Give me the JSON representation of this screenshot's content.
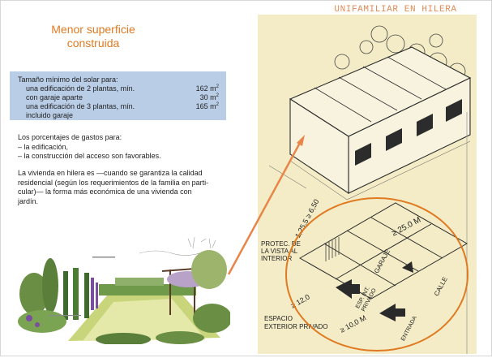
{
  "slide": {
    "header": "UNIFAMILIAR EN HILERA",
    "title_line1": "Menor superficie",
    "title_line2": "construida"
  },
  "spec_box": {
    "heading": "Tamaño mínimo del solar para:",
    "rows": [
      {
        "label": "una edificación de 2 plantas, mín.",
        "value": "162 m",
        "sup": "2"
      },
      {
        "label": "con garaje aparte",
        "value": "30 m",
        "sup": "2"
      },
      {
        "label": "una edificación de 3 plantas, mín.",
        "value": "165 m",
        "sup": "2"
      },
      {
        "label": "incluido garaje",
        "value": "",
        "sup": ""
      }
    ]
  },
  "costs": {
    "intro": "Los porcentajes de gastos para:",
    "items": [
      "– la edificación,",
      "– la construcción del acceso son favorables."
    ]
  },
  "paragraph": {
    "line1": "La vivienda en hilera es —cuando se garantiza la calidad",
    "line2": "residencial (según los requerimientos de la familia en parti-",
    "line3": "cular)— la forma más económica de una vivienda con",
    "line4": "jardín."
  },
  "plan_labels": {
    "protec_1": "PROTEC. DE",
    "protec_2": "LA VISTA AL",
    "protec_3": "INTERIOR",
    "dim_25": "≥ 25.0 M",
    "dim_55": "1,25,5 ≥ 6,50",
    "dim_12": "≥ 12,0",
    "dim_10": "≥ 10,0 M",
    "garaje": "GARAJE",
    "esp_int": "ESP. INT.",
    "privado": "PRIVADO",
    "calle": "CALLE",
    "entrada": "ENTRADA",
    "espacio": "ESPACIO",
    "exterior": "EXTERIOR PRIVADO"
  },
  "colors": {
    "accent_orange": "#e07a22",
    "spec_box_blue": "#b9cde6",
    "drawing_paper": "#f3ecc6"
  }
}
